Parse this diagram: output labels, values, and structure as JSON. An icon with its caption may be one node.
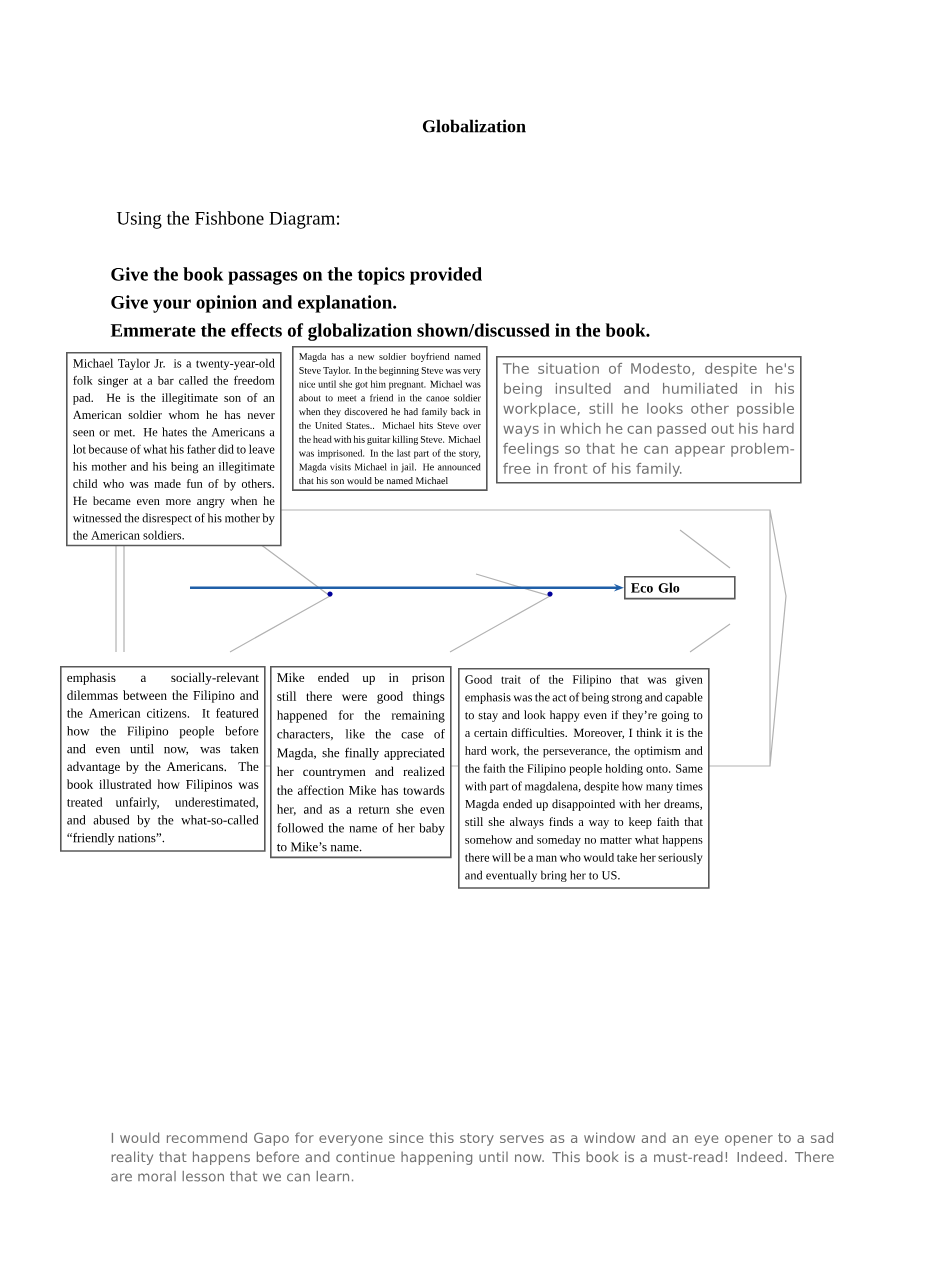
{
  "diagram": {
    "title": "Globalization",
    "nodes": [
      {
        "text": [
          "Michael Taylor Jr. is a twenty-year-old folk singer at a bar called the freedom pad. He is the illegitimate son of an American soldier whom he has never seen or met. He hates the Americans a lot because of what his father did to leave his mother and his being an illegitimate child who was made fun of by others. He became even more angry when he witnessed the disrespect of his mother by the American soldiers."
        ]
      },
      {
        "text": [
          "Magda has a new soldier boyfriend named Steve Taylor. In the beginning Steve was very nice until she got him pregnant. Michael was about to meet a friend in the canoe soldier when they discovered he had family back in the United States.. Michael hits Steve over the head with his guitar killing Steve. Michael was imprisoned. In the last part of the story, Magda visits Michael in jail. He announced that his son would be named Michael"
        ]
      },
      {
        "text": [
          "The situation of Modesto, despite he's being insulted and humiliated in his workplace, still he looks other possible ways in which he can passed out his hard feelings so that he can appear problem-free in front of his family."
        ]
      },
      {
        "text": [
          "Eco Glo"
        ]
      },
      {
        "text": [
          "emphasis a socially-relevant dilemmas between the Filipino and the American citizens. It featured how the Filipino people before and even until now, was taken advantage by the Americans. The book illustrated how Filipinos was treated unfairly, underestimated, and abused by the what-so-called “friendly nations”."
        ]
      },
      {
        "text": [
          "Mike ended up in prison still there were good things happened for the remaining characters, like the case of Magda, she finally appreciated her countrymen and realized the affection Mike has towards her, and as a return she even followed the name of her baby to Mike’s name."
        ]
      },
      {
        "text": [
          "Good trait of the Filipino that was given emphasis was the act of being strong and capable to stay and look happy even if they’re going to a certain difficulties. Moreover, I think it is the hard work, the perseverance, the optimism and the faith the Filipino people holding onto. Same with part of magdalena, despite how many times Magda ended up disappointed with her dreams, still she always finds a way to keep faith that somehow and someday no matter what happens there will be a man who would take her seriously and eventually bring her to US."
        ]
      }
    ],
    "edges": [
      {
        "from": null,
        "to": 3,
        "arrow": "to"
      }
    ],
    "labels": [
      "Using the Fishbone Diagram:",
      "Give the book passages on the topics provided",
      "Give your opinion and explanation.",
      "Emmerate the effects of globalization shown/discussed in the book.",
      "I would recommend Gapo for everyone since this story serves as a window and an eye opener to a sad reality that happens before and continue happening until now. This book is a must-read! Indeed. There are moral lesson that we can learn."
    ]
  }
}
